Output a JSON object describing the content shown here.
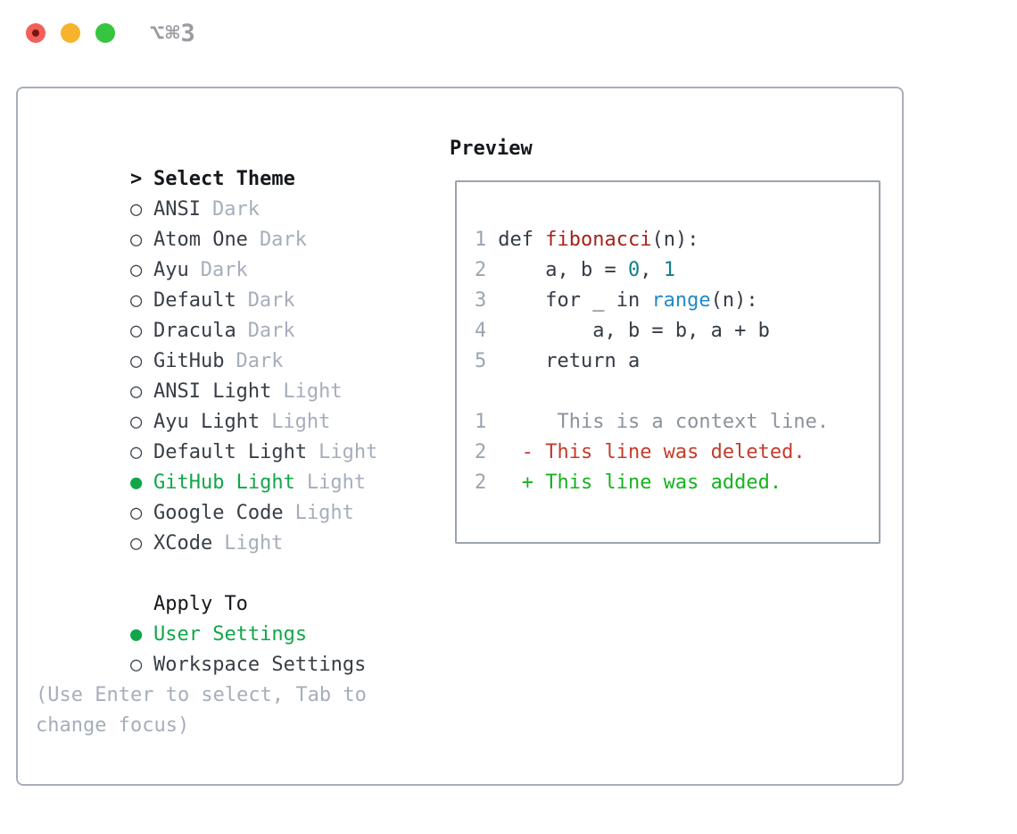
{
  "window": {
    "titlebar": {
      "title": "⌥⌘3",
      "traffic_lights": [
        "close",
        "minimize",
        "zoom"
      ]
    }
  },
  "theme_panel": {
    "header": {
      "prompt": ">",
      "label": "Select Theme"
    },
    "themes": [
      {
        "marker": "○",
        "name": "ANSI",
        "variant": "Dark",
        "selected": false
      },
      {
        "marker": "○",
        "name": "Atom One",
        "variant": "Dark",
        "selected": false
      },
      {
        "marker": "○",
        "name": "Ayu",
        "variant": "Dark",
        "selected": false
      },
      {
        "marker": "○",
        "name": "Default",
        "variant": "Dark",
        "selected": false
      },
      {
        "marker": "○",
        "name": "Dracula",
        "variant": "Dark",
        "selected": false
      },
      {
        "marker": "○",
        "name": "GitHub",
        "variant": "Dark",
        "selected": false
      },
      {
        "marker": "○",
        "name": "ANSI Light",
        "variant": "Light",
        "selected": false
      },
      {
        "marker": "○",
        "name": "Ayu Light",
        "variant": "Light",
        "selected": false
      },
      {
        "marker": "○",
        "name": "Default Light",
        "variant": "Light",
        "selected": false
      },
      {
        "marker": "●",
        "name": "GitHub Light",
        "variant": "Light",
        "selected": true
      },
      {
        "marker": "○",
        "name": "Google Code",
        "variant": "Light",
        "selected": false
      },
      {
        "marker": "○",
        "name": "XCode",
        "variant": "Light",
        "selected": false
      }
    ],
    "apply_to": {
      "label": "Apply To",
      "options": [
        {
          "marker": "●",
          "name": "User Settings",
          "selected": true
        },
        {
          "marker": "○",
          "name": "Workspace Settings",
          "selected": false
        }
      ]
    },
    "help_text": "(Use Enter to select, Tab to change focus)"
  },
  "preview": {
    "label": "Preview",
    "code_lines": [
      {
        "num": "1",
        "segments": [
          {
            "text": "def ",
            "type": "code"
          },
          {
            "text": "fibonacci",
            "type": "func"
          },
          {
            "text": "(n):",
            "type": "code"
          }
        ]
      },
      {
        "num": "2",
        "segments": [
          {
            "text": "    a, b = ",
            "type": "code"
          },
          {
            "text": "0",
            "type": "number"
          },
          {
            "text": ", ",
            "type": "code"
          },
          {
            "text": "1",
            "type": "number"
          }
        ]
      },
      {
        "num": "3",
        "segments": [
          {
            "text": "    for _ in ",
            "type": "code"
          },
          {
            "text": "range",
            "type": "builtin"
          },
          {
            "text": "(n):",
            "type": "code"
          }
        ]
      },
      {
        "num": "4",
        "segments": [
          {
            "text": "        a, b = b, a + b",
            "type": "code"
          }
        ]
      },
      {
        "num": "5",
        "segments": [
          {
            "text": "    return a",
            "type": "code"
          }
        ]
      }
    ],
    "diff_lines": [
      {
        "num": "1",
        "segments": [
          {
            "text": "     This is a context line.",
            "type": "context"
          }
        ]
      },
      {
        "num": "2",
        "segments": [
          {
            "text": "  - This line was deleted.",
            "type": "deleted"
          }
        ]
      },
      {
        "num": "2",
        "segments": [
          {
            "text": "  + This line was added.",
            "type": "added"
          }
        ]
      }
    ]
  },
  "colors": {
    "selected_green": "#12a64a",
    "added_green": "#16b31e",
    "deleted_red": "#c43c2b",
    "function_red": "#a5231b",
    "number_teal": "#0f7f89",
    "builtin_blue": "#2189c9",
    "muted_gray": "#a6aebb",
    "line_number_gray": "#9aa5b1",
    "panel_border": "#a8afba",
    "traffic_red": "#f2605a",
    "traffic_yellow": "#f6b42d",
    "traffic_green": "#35c53f"
  }
}
